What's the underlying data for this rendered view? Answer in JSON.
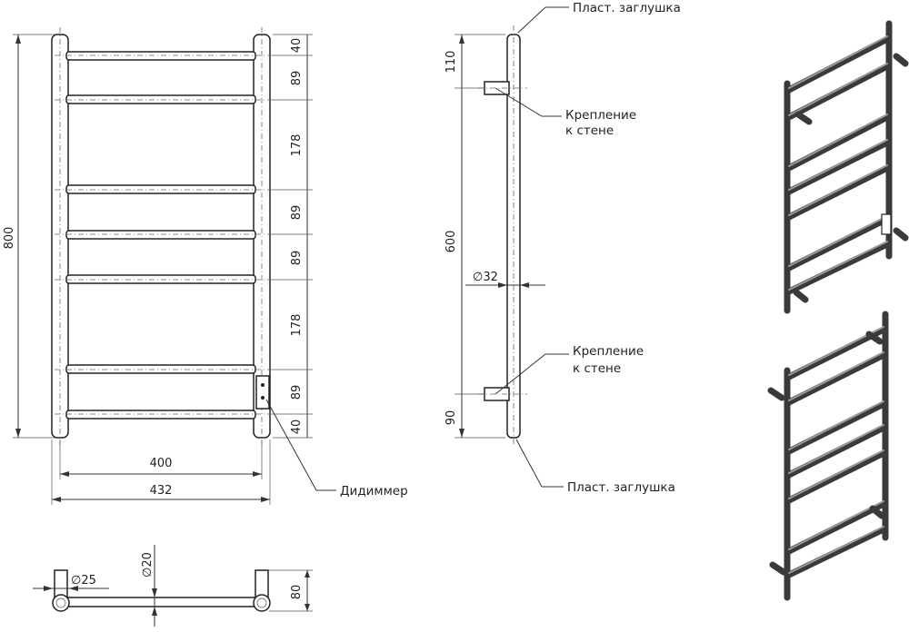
{
  "front_view": {
    "dims_vertical": [
      "40",
      "89",
      "178",
      "89",
      "89",
      "178",
      "89",
      "40"
    ],
    "total_height": "800",
    "inner_width": "400",
    "outer_width": "432",
    "dimmer_label": "Дидиммер"
  },
  "side_view": {
    "top_cap_label": "Пласт. заглушка",
    "bottom_cap_label": "Пласт. заглушка",
    "mount_top_label_1": "Крепление",
    "mount_top_label_2": "к стене",
    "mount_bottom_label_1": "Крепление",
    "mount_bottom_label_2": "к стене",
    "dim_top": "110",
    "dim_middle": "600",
    "dim_bottom": "90",
    "diameter": "∅32"
  },
  "top_view": {
    "diameter_pipe": "∅25",
    "diameter_bar": "∅20",
    "depth": "80"
  },
  "colors": {
    "line": "#222222",
    "render": "#3a3a3a"
  }
}
